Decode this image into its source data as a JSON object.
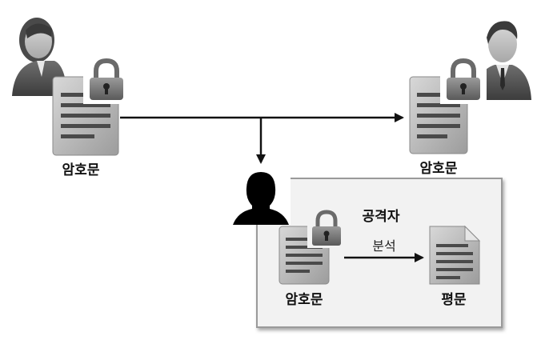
{
  "nodes": {
    "sender_doc_label": "암호문",
    "receiver_doc_label": "암호문",
    "attacker_title": "공격자",
    "attacker_doc_label": "암호문",
    "analysis_label": "분석",
    "plaintext_label": "평문"
  },
  "icons": {
    "sender": "person-woman-icon",
    "receiver": "person-man-icon",
    "attacker": "silhouette-icon",
    "lock": "padlock-icon",
    "document": "document-icon"
  },
  "colors": {
    "panel_fill": "#f2f2f2",
    "panel_border": "#9a9a9a",
    "arrow": "#111111",
    "doc_fill": "#b9b9b9",
    "doc_lines": "#4a4a4a"
  }
}
